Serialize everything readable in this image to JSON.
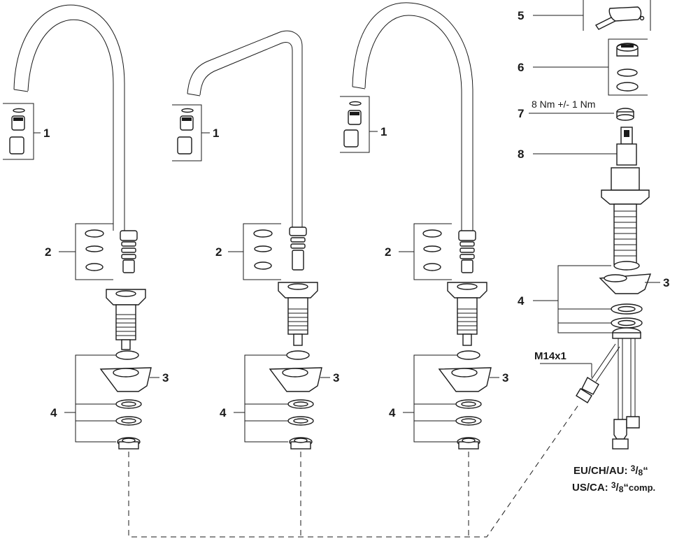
{
  "callouts": {
    "c1": "1",
    "c2": "2",
    "c3": "3",
    "c4": "4",
    "c5": "5",
    "c6": "6",
    "c7": "7",
    "c8": "8"
  },
  "torque": "8 Nm +/- 1 Nm",
  "thread": "M14x1",
  "connections": {
    "eu_prefix": "EU/CH/AU: ",
    "us_prefix": "US/CA: ",
    "frac_num": "3",
    "frac_den": "8",
    "inch": "“",
    "comp": "comp."
  },
  "colors": {
    "line": "#1a1a1a",
    "background": "#ffffff"
  }
}
